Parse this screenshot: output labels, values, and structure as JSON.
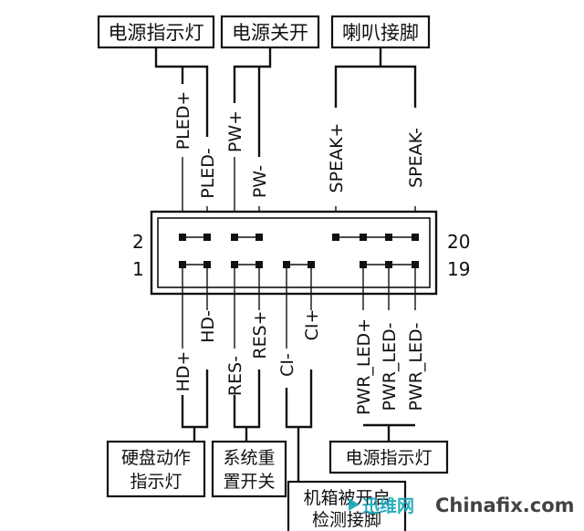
{
  "top_groups": [
    {
      "name": "电源指示灯",
      "pins": [
        "PLED+",
        "PLED-"
      ]
    },
    {
      "name": "电源关开",
      "pins": [
        "PW+",
        "PW-"
      ]
    },
    {
      "name": "喇叭接脚",
      "pins": [
        "SPEAK+",
        "SPEAK-"
      ]
    }
  ],
  "bottom_groups": [
    {
      "name_lines": [
        "硬盘动作",
        "指示灯"
      ],
      "pins": [
        "HD+",
        "HD-"
      ]
    },
    {
      "name_lines": [
        "系统重",
        "置开关"
      ],
      "pins": [
        "RES-",
        "RES+"
      ]
    },
    {
      "name_lines": [
        "机箱被开启",
        "检测接脚"
      ],
      "pins": [
        "CI-",
        "CI+"
      ]
    },
    {
      "name_lines": [
        "电源指示灯"
      ],
      "pins": [
        "PWR_LED+",
        "PWR_LED-",
        "PWR_LED-"
      ]
    }
  ],
  "pin_numbers": {
    "top_left": "2",
    "bottom_left": "1",
    "top_right": "20",
    "bottom_right": "19"
  },
  "watermark": {
    "brand_cn": "迅维网",
    "brand_en": "Chinafix.com"
  },
  "colors": {
    "ink": "#111111",
    "watermark_accent": "#1aa5b8"
  }
}
